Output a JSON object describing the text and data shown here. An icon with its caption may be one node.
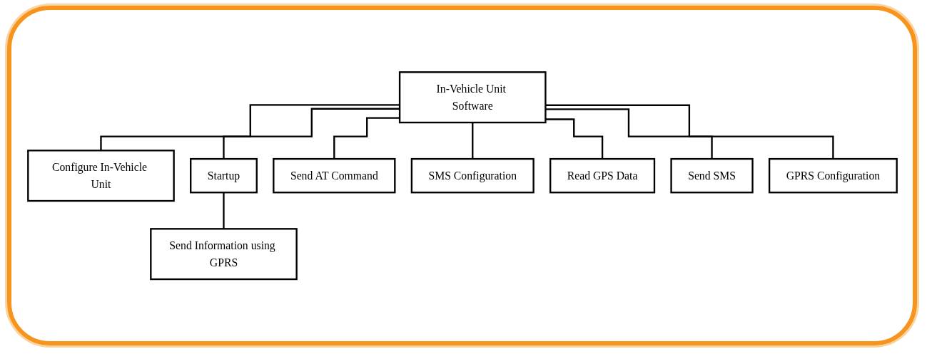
{
  "diagram": {
    "nodes": [
      {
        "text": [
          "In-Vehicle Unit Software"
        ]
      },
      {
        "text": [
          "Configure In-Vehicle Unit"
        ]
      },
      {
        "text": [
          "Startup"
        ]
      },
      {
        "text": [
          "Send AT Command"
        ]
      },
      {
        "text": [
          "SMS Configuration"
        ]
      },
      {
        "text": [
          "Read GPS Data"
        ]
      },
      {
        "text": [
          "Send SMS"
        ]
      },
      {
        "text": [
          "GPRS Configuration"
        ]
      },
      {
        "text": [
          "Send Information using GPRS"
        ]
      }
    ],
    "edges": [
      {
        "from": 0,
        "to": 4,
        "arrow": "none"
      },
      {
        "from": 0,
        "to": 1,
        "arrow": "none"
      },
      {
        "from": 0,
        "to": 5,
        "arrow": "none"
      },
      {
        "from": 0,
        "to": 2,
        "arrow": "none"
      },
      {
        "from": 0,
        "to": 6,
        "arrow": "none"
      },
      {
        "from": 0,
        "to": 3,
        "arrow": "none"
      },
      {
        "from": 0,
        "to": 7,
        "arrow": "none"
      },
      {
        "from": 2,
        "to": 8,
        "arrow": "none"
      }
    ]
  }
}
